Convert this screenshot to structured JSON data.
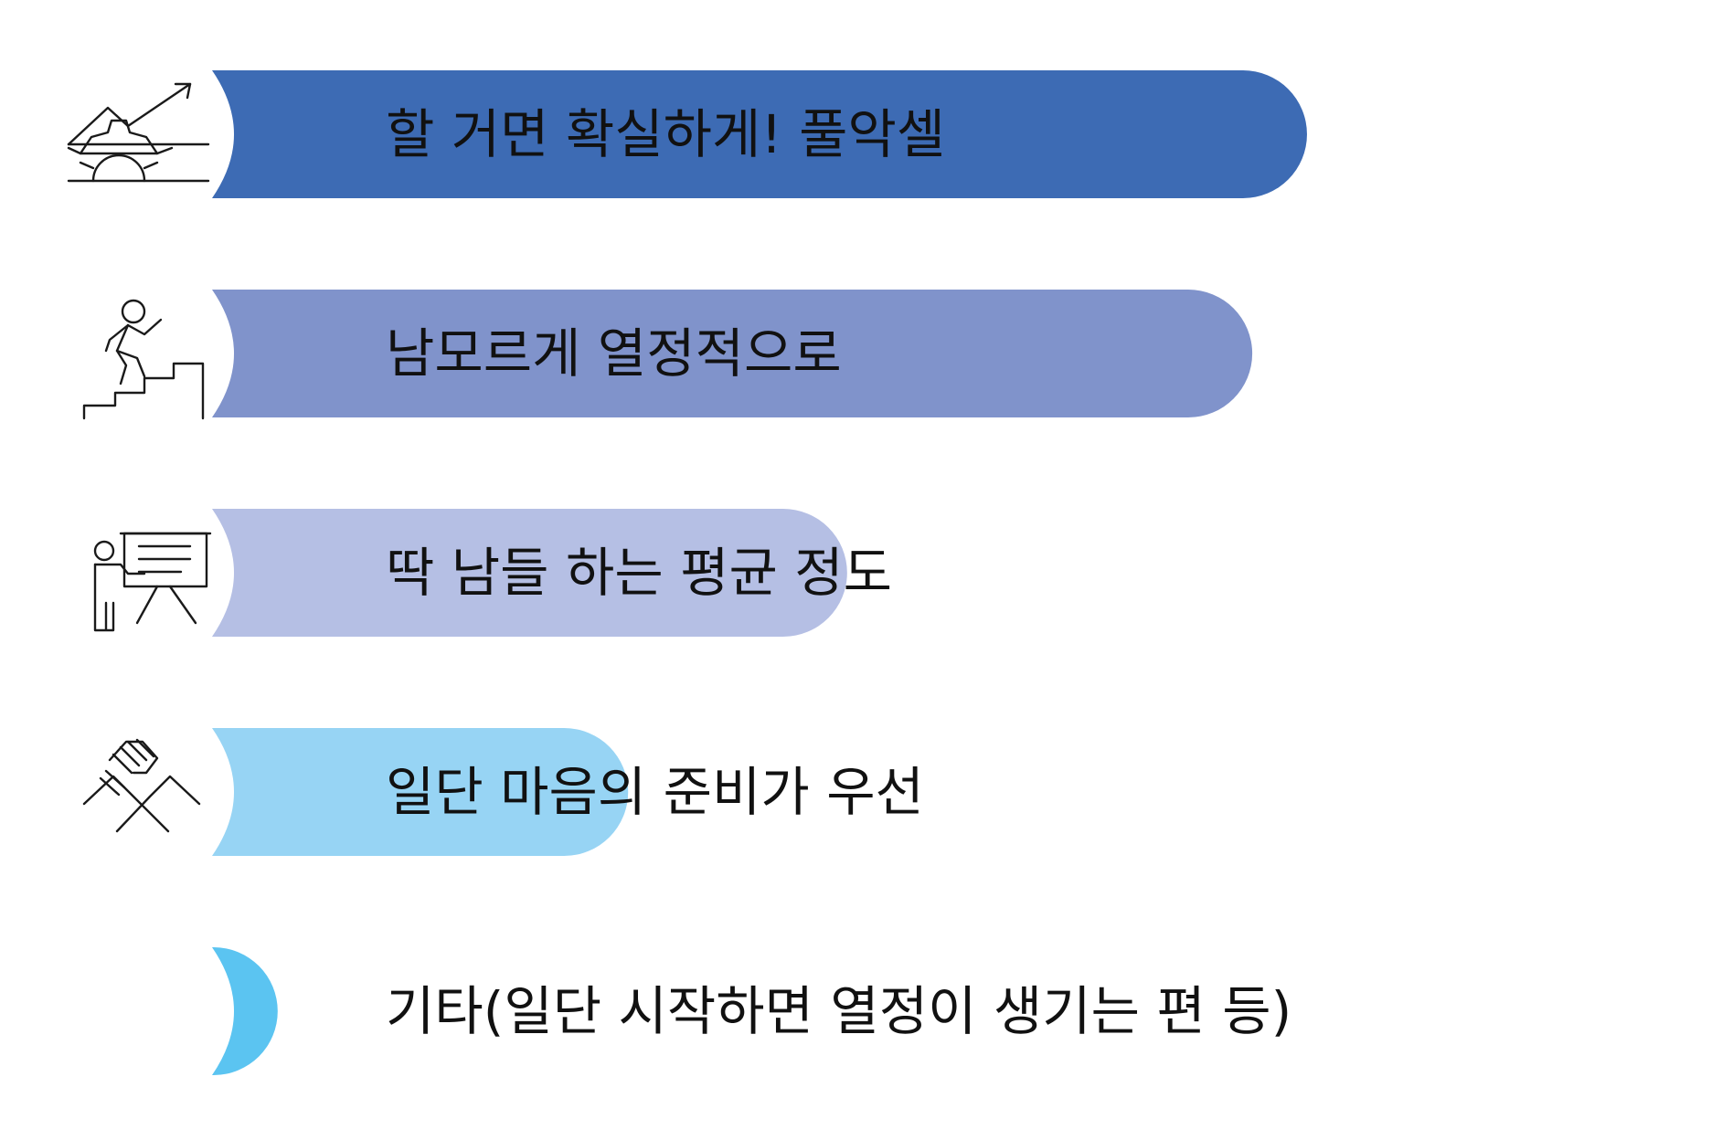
{
  "chart_data": {
    "type": "bar",
    "orientation": "horizontal",
    "categories": [
      "할 거면 확실하게! 풀악셀",
      "남모르게 열정적으로",
      "딱 남들 하는 평균 정도",
      "일단 마음의 준비가 우선",
      "기타(일단 시작하면 열정이 생기는 편 등)"
    ],
    "values": [
      100,
      95,
      58,
      38,
      6
    ],
    "xlim": [
      0,
      100
    ],
    "colors": [
      "#3d6bb4",
      "#8093cb",
      "#b5bfe4",
      "#97d4f4",
      "#5bc4f1"
    ],
    "icons": [
      "growth-gear-icon",
      "stair-climber-icon",
      "presenter-board-icon",
      "handshake-icon",
      "none"
    ],
    "grid": false,
    "legend": "none"
  }
}
